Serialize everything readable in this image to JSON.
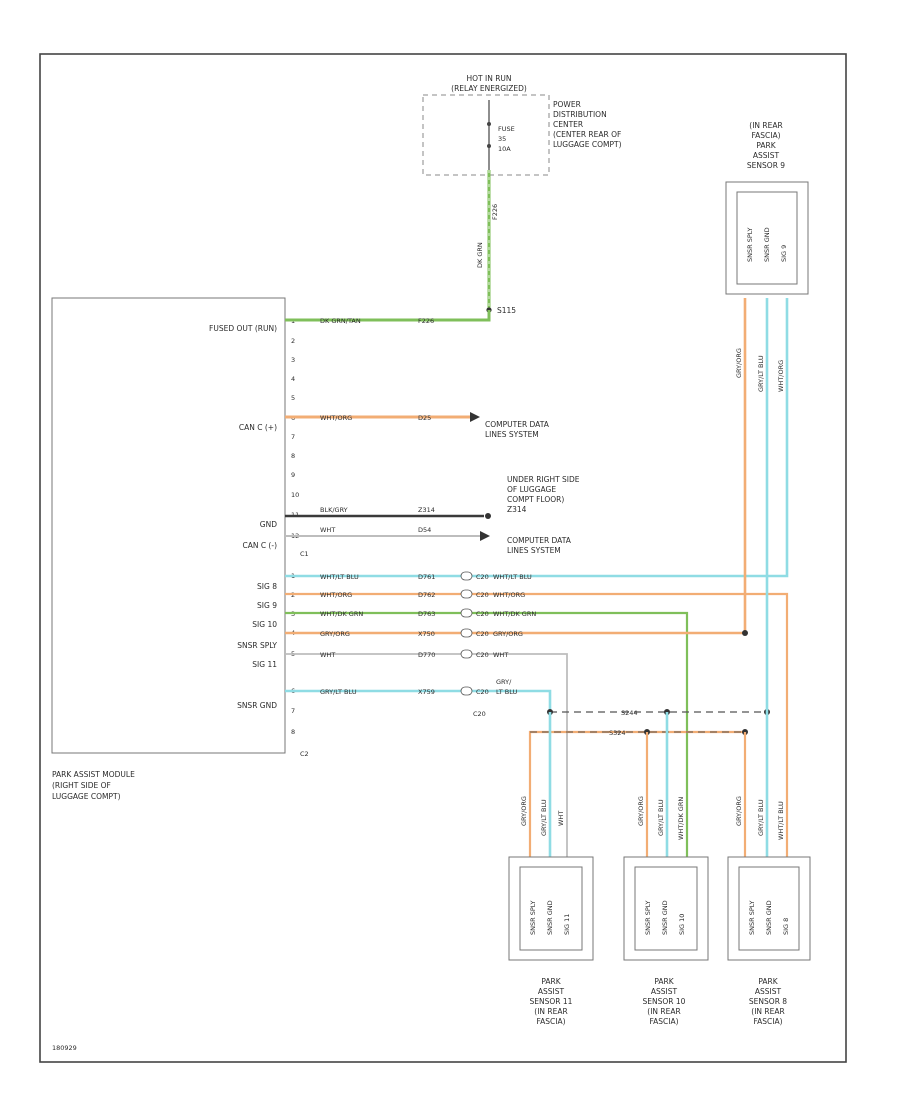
{
  "fuse_block": {
    "title_line1": "HOT IN RUN",
    "title_line2": "(RELAY ENERGIZED)",
    "fuse_line1": "FUSE",
    "fuse_line2": "35",
    "fuse_line3": "10A",
    "pdc_line1": "POWER",
    "pdc_line2": "DISTRIBUTION",
    "pdc_line3": "CENTER",
    "pdc_line4": "(CENTER REAR OF",
    "pdc_line5": "LUGGAGE COMPT)",
    "wire_color": "DK GRN",
    "wire_circuit": "F226"
  },
  "splice_s115": "S115",
  "pam": {
    "label_line1": "PARK ASSIST MODULE",
    "label_line2": "(RIGHT SIDE OF",
    "label_line3": "LUGGAGE COMPT)",
    "fused_out": "FUSED OUT (RUN)",
    "can_h": "CAN C (+)",
    "gnd": "GND",
    "can_l": "CAN C (-)",
    "sig8": "SIG 8",
    "sig9": "SIG 9",
    "sig10": "SIG 10",
    "sner_sply": "SNSR SPLY",
    "sig11": "SIG 11",
    "sner_gnd": "SNSR GND",
    "connector_c1": "C1",
    "connector_c2": "C2"
  },
  "pins_c1": [
    "1",
    "2",
    "3",
    "4",
    "5",
    "6",
    "7",
    "8",
    "9",
    "10",
    "11",
    "12"
  ],
  "pins_c2": [
    "1",
    "2",
    "3",
    "4",
    "5",
    "6",
    "7",
    "8"
  ],
  "wires_c1": {
    "p1_color": "DK GRN/TAN",
    "p1_circuit": "F226",
    "p6_color": "WHT/ORG",
    "p6_circuit": "D25",
    "p11_color": "BLK/GRY",
    "p11_circuit": "Z314",
    "p12_color": "WHT",
    "p12_circuit": "D54"
  },
  "data_link_1_line1": "COMPUTER DATA",
  "data_link_1_line2": "LINES SYSTEM",
  "ground_note_line1": "UNDER RIGHT SIDE",
  "ground_note_line2": "OF LUGGAGE",
  "ground_note_line3": "COMPT FLOOR)",
  "ground_note_line4": "Z314",
  "data_link_2_line1": "COMPUTER DATA",
  "data_link_2_line2": "LINES SYSTEM",
  "wires_c2": {
    "p1_color": "WHT/LT BLU",
    "p1_circuit": "D761",
    "p2_color": "WHT/ORG",
    "p2_circuit": "D762",
    "p3_color": "WHT/DK GRN",
    "p3_circuit": "D763",
    "p4_color": "GRY/ORG",
    "p4_circuit": "X750",
    "p5_color": "WHT",
    "p5_circuit": "D770",
    "p6_color": "GRY/LT BLU",
    "p6_circuit": "X759"
  },
  "inline_c20": [
    "C20",
    "C20",
    "C20",
    "C20",
    "C20",
    "C20"
  ],
  "inline_wires": {
    "p1": "WHT/LT BLU",
    "p2": "WHT/ORG",
    "p3": "WHT/DK GRN",
    "p4": "GRY/ORG",
    "p5": "WHT",
    "p6_line1": "GRY/",
    "p6_line2": "LT BLU"
  },
  "c20_label": "C20",
  "splice_s244": "S244",
  "splice_s324": "S324",
  "sensor9": {
    "title_line1": "(IN REAR",
    "title_line2": "FASCIA)",
    "title_line3": "PARK",
    "title_line4": "ASSIST",
    "title_line5": "SENSOR 9",
    "pin_sply": "SNSR SPLY",
    "pin_gnd": "SNSR GND",
    "pin_sig": "SIG 9",
    "wire_a": "GRY/ORG",
    "wire_b": "GRY/LT BLU",
    "wire_c": "WHT/ORG"
  },
  "sensor11": {
    "pin_sply": "SNSR SPLY",
    "pin_gnd": "SNSR GND",
    "pin_sig": "SIG 11",
    "wire_a": "GRY/ORG",
    "wire_b": "GRY/LT BLU",
    "wire_c": "WHT",
    "label_line1": "PARK",
    "label_line2": "ASSIST",
    "label_line3": "SENSOR 11",
    "label_line4": "(IN REAR",
    "label_line5": "FASCIA)"
  },
  "sensor10": {
    "pin_sply": "SNSR SPLY",
    "pin_gnd": "SNSR GND",
    "pin_sig": "SIG 10",
    "wire_a": "GRY/ORG",
    "wire_b": "GRY/LT BLU",
    "wire_c": "WHT/DK GRN",
    "label_line1": "PARK",
    "label_line2": "ASSIST",
    "label_line3": "SENSOR 10",
    "label_line4": "(IN REAR",
    "label_line5": "FASCIA)"
  },
  "sensor8": {
    "pin_sply": "SNSR SPLY",
    "pin_gnd": "SNSR GND",
    "pin_sig": "SIG 8",
    "wire_a": "GRY/ORG",
    "wire_b": "GRY/LT BLU",
    "wire_c": "WHT/LT BLU",
    "label_line1": "PARK",
    "label_line2": "ASSIST",
    "label_line3": "SENSOR 8",
    "label_line4": "(IN REAR",
    "label_line5": "FASCIA)"
  },
  "figure_id": "180929",
  "colors": {
    "green": "#7fbf5a",
    "orange": "#f2ad74",
    "blue": "#8fdce4",
    "black": "#3a3a3a",
    "gray": "#bdbdbd",
    "line": "#555555"
  }
}
